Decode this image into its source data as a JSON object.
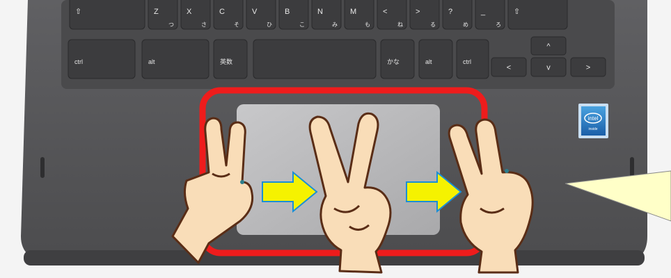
{
  "keyboard": {
    "row_top": [
      "⇧",
      "Z",
      "X",
      "C",
      "V",
      "B",
      "N",
      "M",
      "<",
      ">",
      "?",
      "_",
      "⇧"
    ],
    "row_top_kana": [
      "",
      "つ",
      "さ",
      "そ",
      "ひ",
      "こ",
      "み",
      "も",
      "ね",
      "る",
      "め",
      "ろ",
      ""
    ],
    "row_bottom": [
      "ctrl",
      "alt",
      "英数",
      "",
      "かな",
      "alt",
      "ctrl"
    ],
    "arrows": {
      "up": "^",
      "left": "<",
      "down": "v",
      "right": ">"
    }
  },
  "badge": {
    "line1": "intel",
    "line2": "inside"
  },
  "gesture": {
    "description_color_frame": "#ee1c1c",
    "arrow_color": "#f5f200",
    "hand_fill": "#f9ddb8",
    "hand_stroke": "#5a2d16"
  },
  "palette": {
    "body": "#5c5c5e",
    "body_light": "#6a6a6c",
    "keys": "#3e3e40",
    "trackpad": "#b9b9bb",
    "callout": "#ffffc8"
  }
}
